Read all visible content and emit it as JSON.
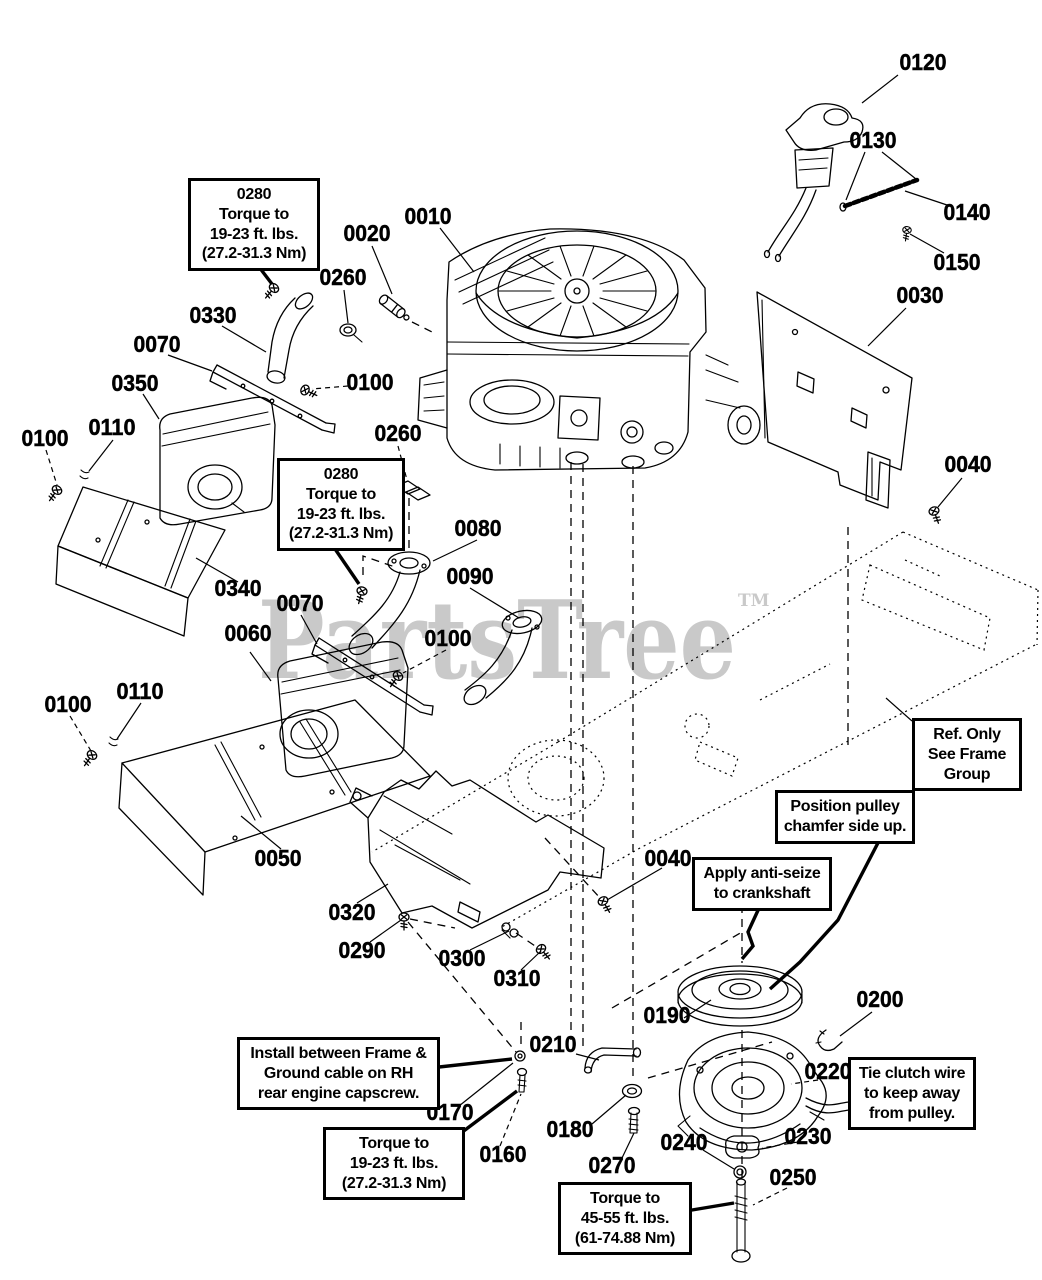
{
  "watermark": {
    "text": "PartsTree",
    "tm_symbol": "TM",
    "color": "#c9c9c9"
  },
  "part_labels": {
    "p0120": "0120",
    "p0130": "0130",
    "p0140": "0140",
    "p0150": "0150",
    "p0030": "0030",
    "p0010": "0010",
    "p0020": "0020",
    "p0260a": "0260",
    "p0330": "0330",
    "p0070a": "0070",
    "p0100a": "0100",
    "p0350": "0350",
    "p0110a": "0110",
    "p0100b": "0100",
    "p0260b": "0260",
    "p0080": "0080",
    "p0090": "0090",
    "p0340": "0340",
    "p0070b": "0070",
    "p0060": "0060",
    "p0100c": "0100",
    "p0110b": "0110",
    "p0100d": "0100",
    "p0050": "0050",
    "p0040a": "0040",
    "p0320": "0320",
    "p0290": "0290",
    "p0300": "0300",
    "p0310": "0310",
    "p0040b": "0040",
    "p0190": "0190",
    "p0200": "0200",
    "p0210": "0210",
    "p0220": "0220",
    "p0180": "0180",
    "p0230": "0230",
    "p0240": "0240",
    "p0270": "0270",
    "p0250": "0250",
    "p0160": "0160",
    "p0170": "0170"
  },
  "callouts": {
    "torque_0280_top": {
      "lines": [
        "0280",
        "Torque to",
        "19-23 ft. lbs.",
        "(27.2-31.3 Nm)"
      ]
    },
    "torque_0280_mid": {
      "lines": [
        "0280",
        "Torque to",
        "19-23 ft. lbs.",
        "(27.2-31.3 Nm)"
      ]
    },
    "ref_only": {
      "lines": [
        "Ref. Only",
        "See Frame",
        "Group"
      ]
    },
    "position_pulley": {
      "lines": [
        "Position pulley",
        "chamfer side up."
      ]
    },
    "anti_seize": {
      "lines": [
        "Apply anti-seize",
        "to crankshaft"
      ]
    },
    "install_between": {
      "lines": [
        "Install between Frame &",
        "Ground cable on RH",
        "rear engine capscrew."
      ]
    },
    "torque_19_23": {
      "lines": [
        "Torque to",
        "19-23 ft. lbs.",
        "(27.2-31.3 Nm)"
      ]
    },
    "torque_45_55": {
      "lines": [
        "Torque to",
        "45-55 ft. lbs.",
        "(61-74.88 Nm)"
      ]
    },
    "tie_clutch": {
      "lines": [
        "Tie clutch wire",
        "to keep away",
        "from pulley."
      ]
    }
  },
  "colors": {
    "line": "#000000",
    "watermark": "#c9c9c9",
    "background": "#ffffff"
  }
}
